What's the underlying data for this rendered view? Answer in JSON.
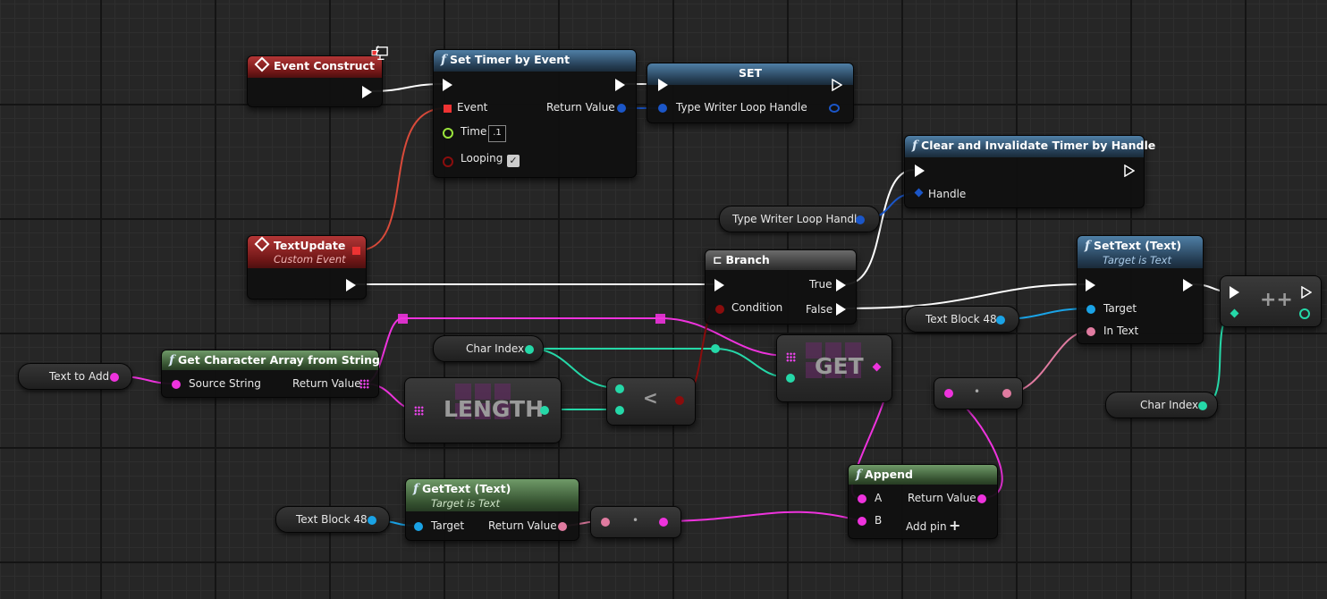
{
  "nodes": {
    "event_construct": {
      "title": "Event Construct"
    },
    "set_timer": {
      "title": "Set Timer by Event",
      "event_label": "Event",
      "return_label": "Return Value",
      "time_label": "Time",
      "time_value": ".1",
      "looping_label": "Looping",
      "looping_checked": "✓"
    },
    "set_var": {
      "title": "SET",
      "var_label": "Type Writer Loop Handle"
    },
    "clear_timer": {
      "title": "Clear and Invalidate Timer by Handle",
      "handle_label": "Handle"
    },
    "handle_getter": {
      "label": "Type Writer Loop Handle"
    },
    "text_update": {
      "title": "TextUpdate",
      "subtitle": "Custom Event"
    },
    "branch": {
      "title": "Branch",
      "condition_label": "Condition",
      "true_label": "True",
      "false_label": "False"
    },
    "set_text": {
      "title": "SetText (Text)",
      "subtitle": "Target is Text",
      "target_label": "Target",
      "in_text_label": "In Text"
    },
    "text_block_a": {
      "label": "Text Block 48"
    },
    "increment": {
      "symbol": "++"
    },
    "char_index_a": {
      "label": "Char Index"
    },
    "char_index_b": {
      "label": "Char Index"
    },
    "text_to_add": {
      "label": "Text to Add"
    },
    "get_char_array": {
      "title": "Get Character Array from String",
      "source_label": "Source String",
      "return_label": "Return Value"
    },
    "length": {
      "title": "LENGTH"
    },
    "less": {
      "symbol": "<"
    },
    "get": {
      "title": "GET"
    },
    "append": {
      "title": "Append",
      "a_label": "A",
      "b_label": "B",
      "return_label": "Return Value",
      "add_pin_label": "Add pin",
      "add_pin_symbol": "+"
    },
    "get_text": {
      "title": "GetText (Text)",
      "subtitle": "Target is Text",
      "target_label": "Target",
      "return_label": "Return Value"
    },
    "text_block_b": {
      "label": "Text Block 48"
    },
    "convert_a": {
      "symbol": "•"
    },
    "convert_b": {
      "symbol": "•"
    }
  },
  "colors": {
    "exec": "#ffffff",
    "struct_handle": "#1b56c8",
    "string": "#ee33dd",
    "integer": "#25d8a8",
    "object": "#1aa3e6",
    "text": "#e07ba0",
    "event_delegate": "#e33333",
    "float": "#9be43c",
    "boolean": "#8a0d0d"
  }
}
